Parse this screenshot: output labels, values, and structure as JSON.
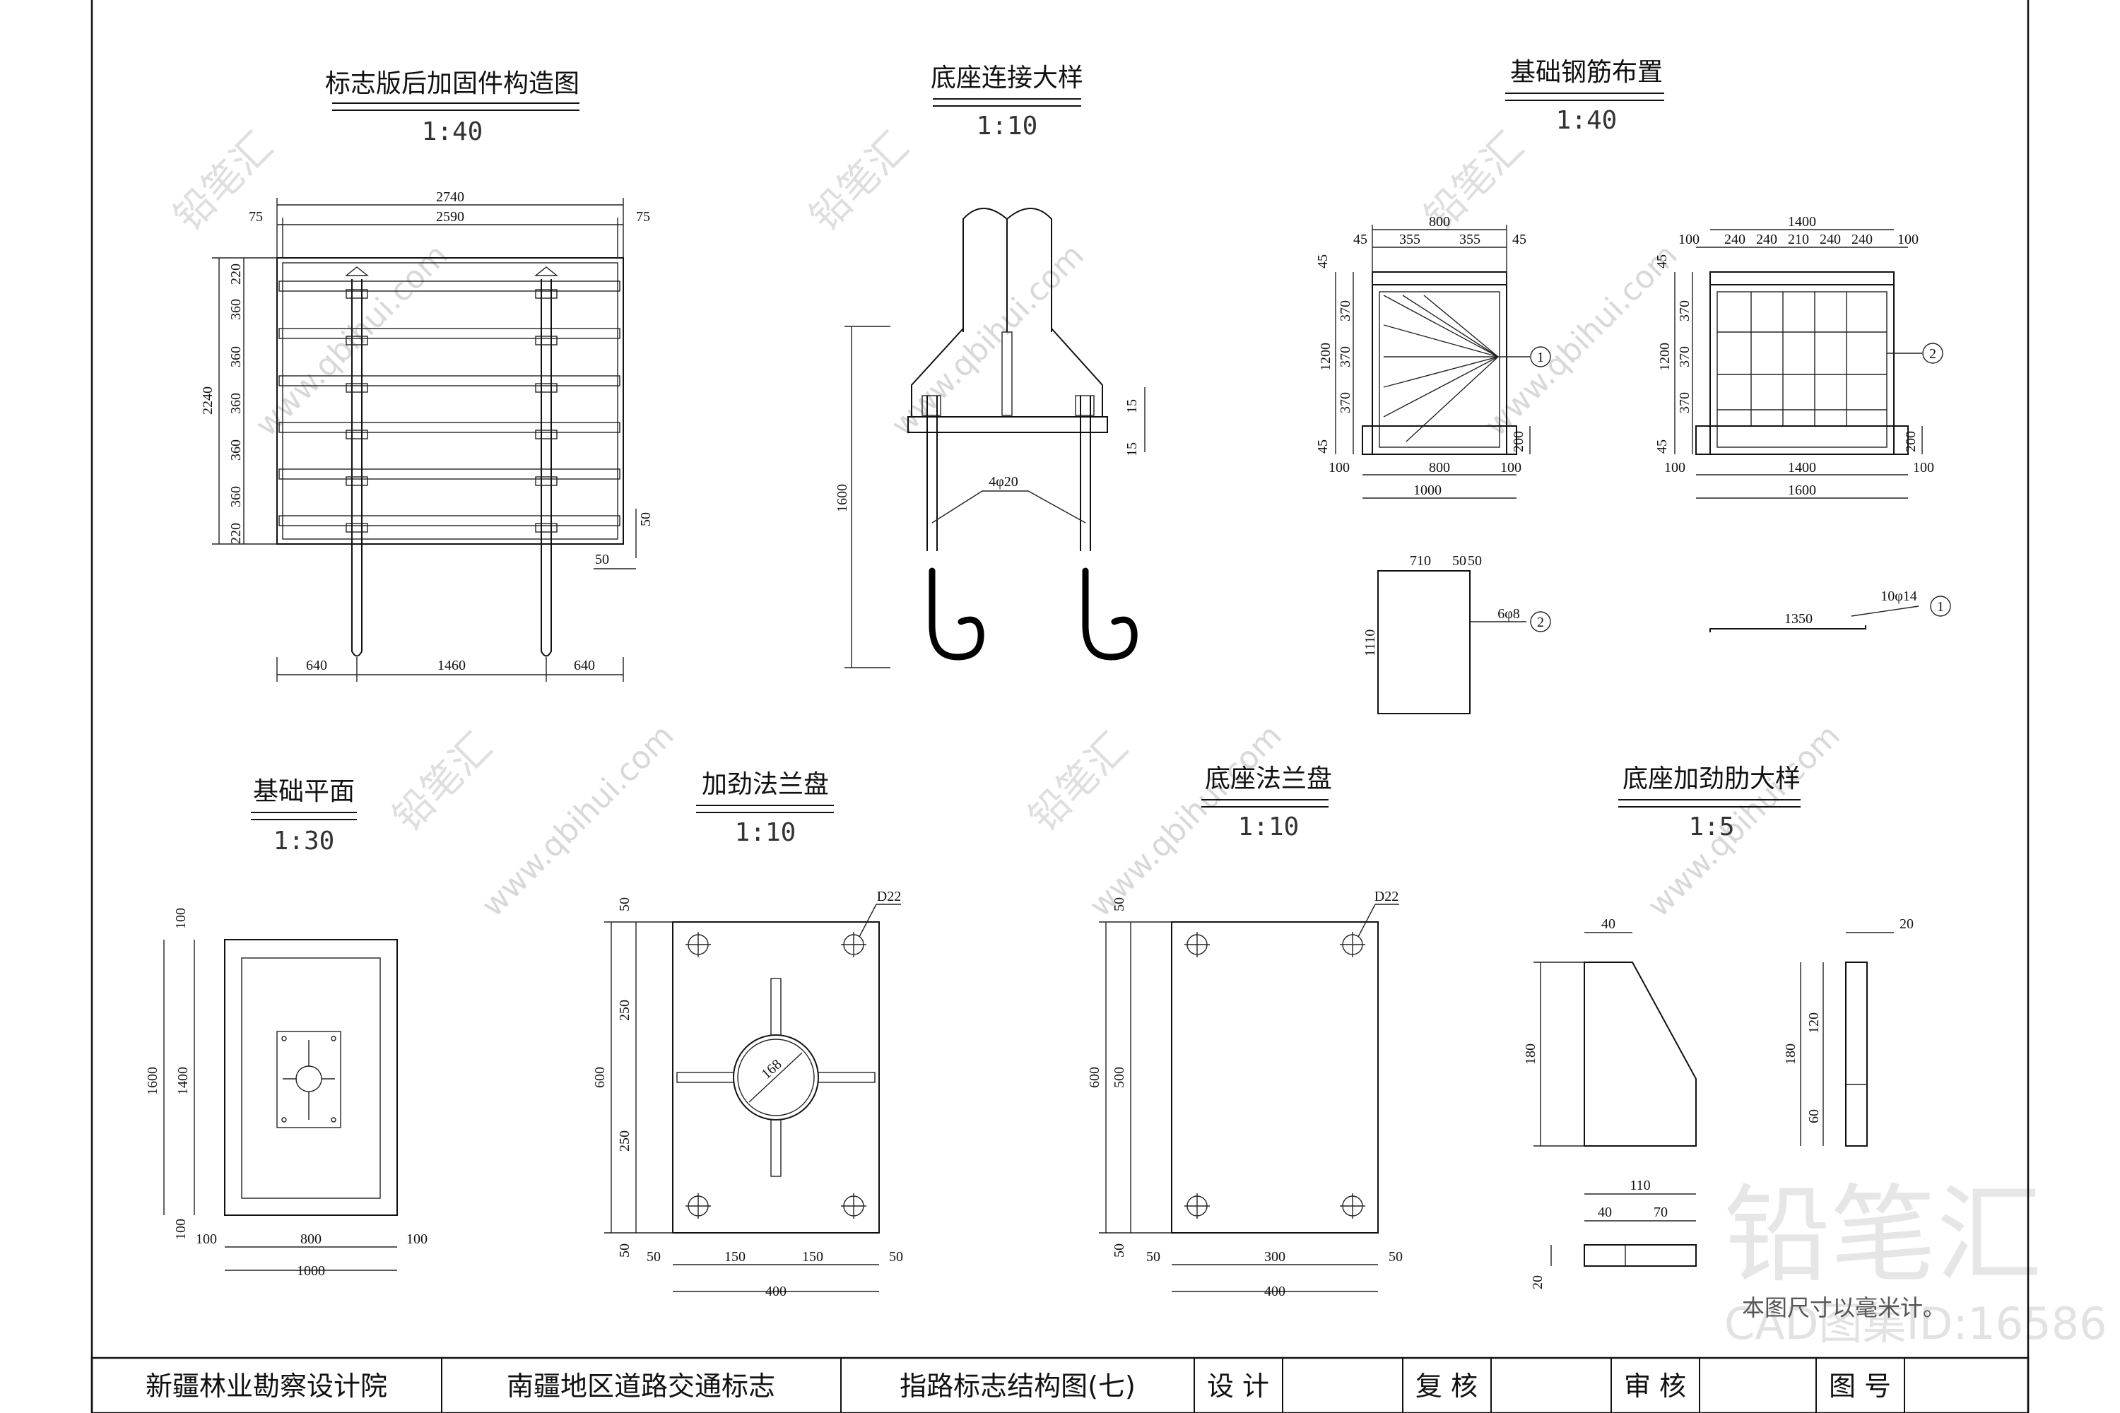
{
  "views": {
    "sign_back": {
      "title": "标志版后加固件构造图",
      "scale": "1:40"
    },
    "base_connection": {
      "title": "底座连接大样",
      "scale": "1:10"
    },
    "rebar": {
      "title": "基础钢筋布置",
      "scale": "1:40"
    },
    "foundation_plan": {
      "title": "基础平面",
      "scale": "1:30"
    },
    "stiff_flange": {
      "title": "加劲法兰盘",
      "scale": "1:10"
    },
    "base_flange": {
      "title": "底座法兰盘",
      "scale": "1:10"
    },
    "rib_detail": {
      "title": "底座加劲肋大样",
      "scale": "1:5"
    }
  },
  "dims": {
    "d2740": "2740",
    "d2590": "2590",
    "d75a": "75",
    "d75b": "75",
    "d220a": "220",
    "d360a": "360",
    "d360b": "360",
    "d360c": "360",
    "d360d": "360",
    "d360e": "360",
    "d220b": "220",
    "d2240": "2240",
    "d50a": "50",
    "d50b": "50",
    "d640a": "640",
    "d1460": "1460",
    "d640b": "640",
    "d1600": "1600",
    "d4phi20": "4φ20",
    "d15a": "15",
    "d15b": "15",
    "r_800": "800",
    "r_45a": "45",
    "r_355a": "355",
    "r_355b": "355",
    "r_45b": "45",
    "r_45c": "45",
    "r_370a": "370",
    "r_370b": "370",
    "r_370c": "370",
    "r_45d": "45",
    "r_1200": "1200",
    "r_200": "200",
    "r_100a": "100",
    "r_800b": "800",
    "r_100b": "100",
    "r_1000": "1000",
    "r_1400": "1400",
    "r_100c": "100",
    "r_240a": "240",
    "r_240b": "240",
    "r_210": "210",
    "r_240c": "240",
    "r_240d": "240",
    "r_100d": "100",
    "r_45e": "45",
    "r_370d": "370",
    "r_370e": "370",
    "r_370f": "370",
    "r_45f": "45",
    "r_1200b": "1200",
    "r_200b": "200",
    "r_100e": "100",
    "r_1400b": "1400",
    "r_100f": "100",
    "r_1600": "1600",
    "r_710": "710",
    "r_50c": "50",
    "r_50d": "50",
    "r_1110": "1110",
    "r_6phi8": "6φ8",
    "r_1350": "1350",
    "r_10phi14": "10φ14",
    "callout_1": "1",
    "callout_2": "2",
    "callout_2b": "2",
    "callout_1b": "1",
    "fp_100a": "100",
    "fp_1600": "1600",
    "fp_1400": "1400",
    "fp_100b": "100",
    "fp_100c": "100",
    "fp_800": "800",
    "fp_100d": "100",
    "fp_1000": "1000",
    "sf_50a": "50",
    "sf_250a": "250",
    "sf_600": "600",
    "sf_250b": "250",
    "sf_50b": "50",
    "sf_d22": "D22",
    "sf_168": "168",
    "sf_50c": "50",
    "sf_150a": "150",
    "sf_150b": "150",
    "sf_50d": "50",
    "sf_400": "400",
    "bf_50a": "50",
    "bf_500": "500",
    "bf_600": "600",
    "bf_50b": "50",
    "bf_d22": "D22",
    "bf_50c": "50",
    "bf_300": "300",
    "bf_50d": "50",
    "bf_400": "400",
    "rb_40": "40",
    "rb_180": "180",
    "rb_20": "20",
    "rb_120": "120",
    "rb_180b": "180",
    "rb_60": "60",
    "rb_110": "110",
    "rb_40b": "40",
    "rb_70": "70",
    "rb_20b": "20"
  },
  "title_block": {
    "institute": "新疆林业勘察设计院",
    "project": "南疆地区道路交通标志",
    "drawing": "指路标志结构图(七)",
    "design": "设  计",
    "review": "复 核",
    "approve": "审 核",
    "number": "图 号"
  },
  "watermark": {
    "site": "www.qbihui.com",
    "brand": "铅笔汇",
    "brand_large": "铅笔汇",
    "code": "CAD图集ID:16586",
    "note": "本图尺寸以毫米计。"
  }
}
